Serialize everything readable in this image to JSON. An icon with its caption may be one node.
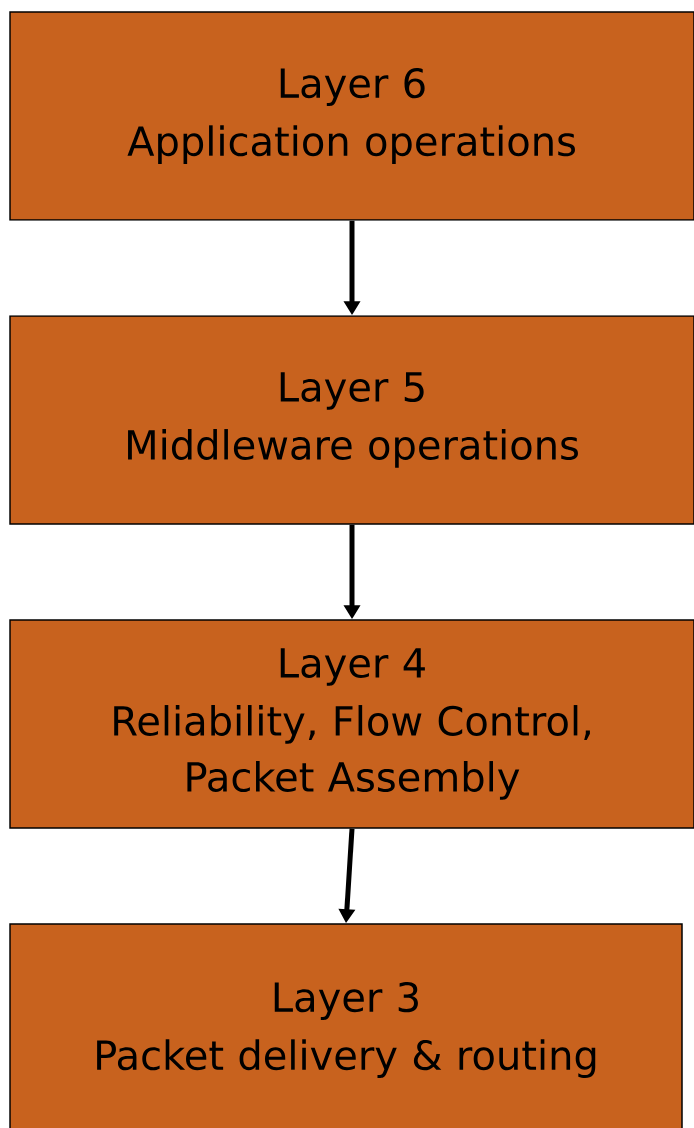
{
  "diagram": {
    "nodes": [
      {
        "text": [
          "Layer 6",
          "Application operations"
        ]
      },
      {
        "text": [
          "Layer 5",
          "Middleware operations"
        ]
      },
      {
        "text": [
          "Layer 4",
          "Reliability, Flow Control, Packet Assembly"
        ]
      },
      {
        "text": [
          "Layer 3",
          "Packet delivery & routing"
        ]
      }
    ],
    "edges": [
      {
        "from": 0,
        "to": 1,
        "arrow": "to"
      },
      {
        "from": 1,
        "to": 2,
        "arrow": "to"
      },
      {
        "from": 2,
        "to": 3,
        "arrow": "to"
      }
    ]
  }
}
